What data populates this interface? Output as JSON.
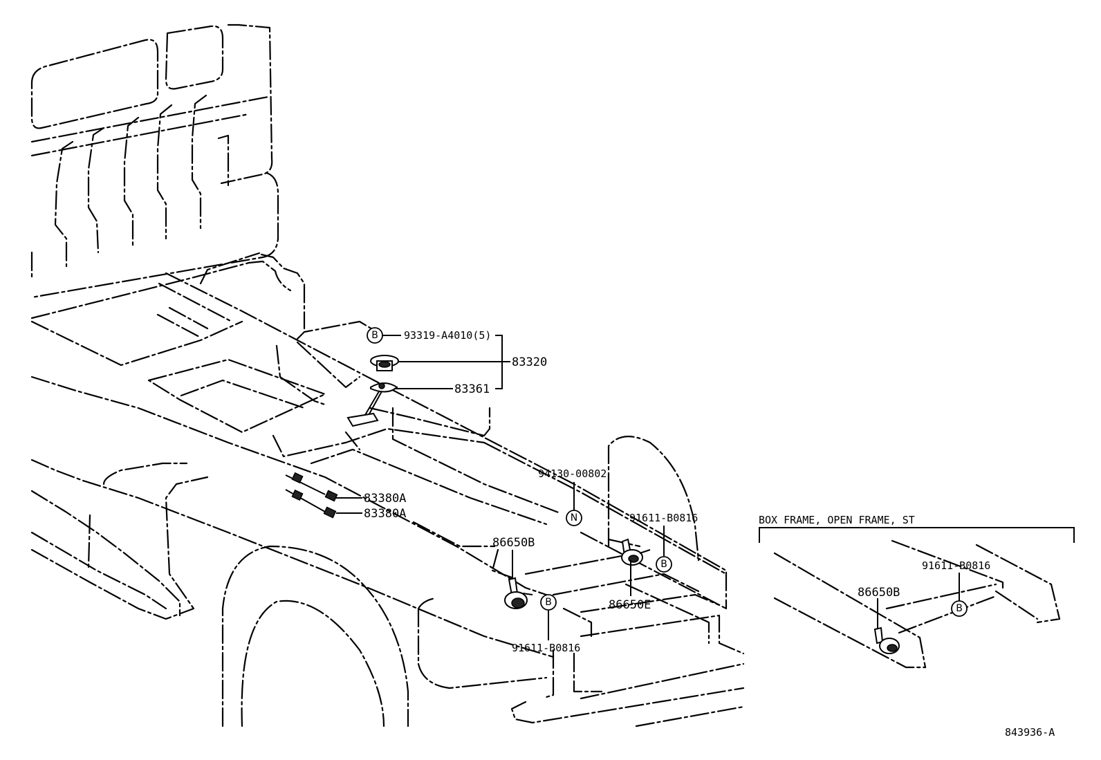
{
  "callouts": {
    "c93319": "93319-A4010(5)",
    "c83320": "83320",
    "c83361": "83361",
    "c83380a_1": "83380A",
    "c83380a_2": "83380A",
    "c94130": "94130-00802",
    "c91611_right": "91611-B0816",
    "c86650b": "86650B",
    "c86650e": "86650E",
    "c91611_bottom": "91611-B0816"
  },
  "markers": {
    "b": "B",
    "n": "N"
  },
  "inset": {
    "title": "BOX FRAME, OPEN FRAME, ST",
    "c91611": "91611-B0816",
    "c86650b": "86650B"
  },
  "figure_number": "843936-A"
}
